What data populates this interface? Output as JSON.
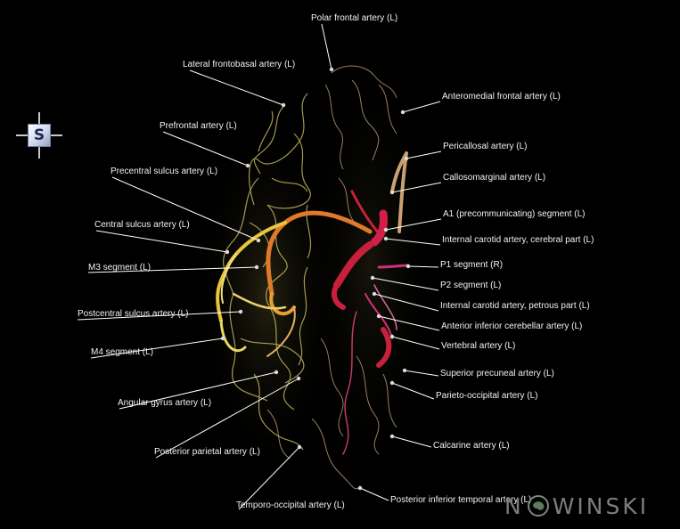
{
  "orientation": {
    "letter": "S"
  },
  "labels": {
    "polar_frontal": "Polar frontal artery (L)",
    "lateral_frontobasal": "Lateral frontobasal artery (L)",
    "anteromedial_frontal": "Anteromedial frontal artery (L)",
    "prefrontal": "Prefrontal artery (L)",
    "pericallosal": "Pericallosal artery (L)",
    "precentral_sulcus": "Precentral sulcus artery (L)",
    "callosomarginal": "Callosomarginal artery (L)",
    "a1_segment": "A1 (precommunicating) segment (L)",
    "central_sulcus": "Central sulcus artery (L)",
    "ica_cerebral": "Internal carotid artery, cerebral part (L)",
    "m3_segment": "M3 segment (L)",
    "p1_segment": "P1 segment (R)",
    "p2_segment": "P2 segment (L)",
    "ica_petrous": "Internal carotid artery, petrous part (L)",
    "postcentral_sulcus": "Postcentral sulcus artery (L)",
    "aica": "Anterior inferior cerebellar artery (L)",
    "m4_segment": "M4 segment (L)",
    "vertebral": "Vertebral artery (L)",
    "superior_precuneal": "Superior precuneal artery (L)",
    "parieto_occipital": "Parieto-occipital artery (L)",
    "angular_gyrus": "Angular gyrus artery (L)",
    "calcarine": "Calcarine artery (L)",
    "posterior_parietal": "Posterior parietal artery (L)",
    "posterior_inferior_temporal": "Posterior inferior temporal artery (L)",
    "temporo_occipital": "Temporo-occipital artery (L)"
  },
  "logo": {
    "left": "N",
    "right": "WINSKI"
  },
  "colors": {
    "background": "#000000",
    "label_text": "#f2f2f2",
    "leader_line": "#ffffff",
    "vessel_yellow": "#d8cc6a",
    "vessel_orange": "#e07a2a",
    "vessel_tan": "#d9a77a",
    "vessel_red": "#c8203a",
    "vessel_magenta": "#d22f7a",
    "vessel_pink": "#e26aa0"
  }
}
